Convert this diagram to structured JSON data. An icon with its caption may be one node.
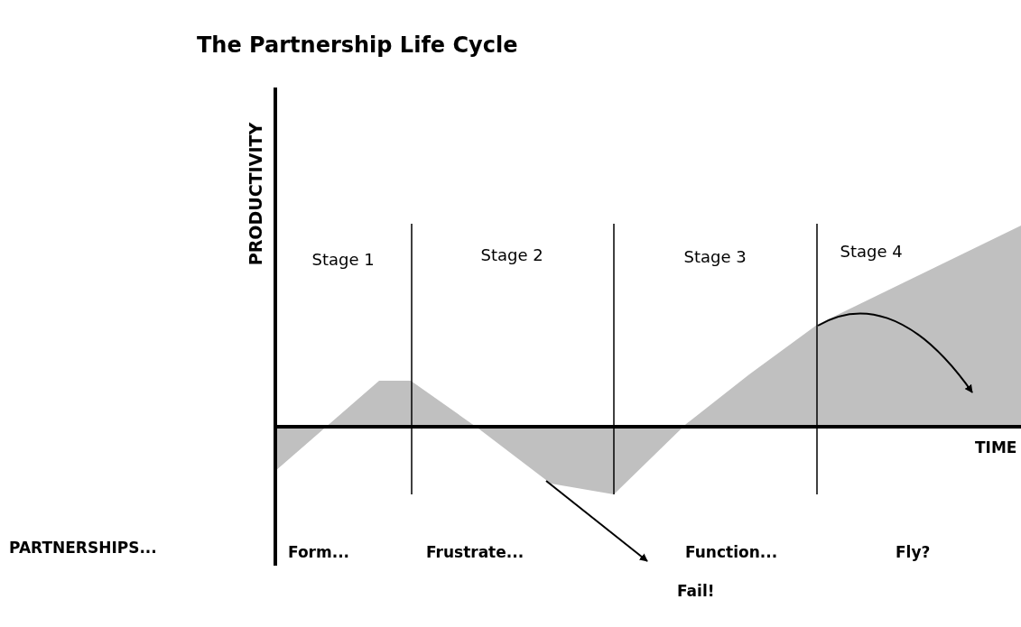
{
  "diagram": {
    "title": "The Partnership Life Cycle",
    "nodes": [
      {
        "text": [],
        "shape": "area"
      },
      {
        "text": [
          "Fail!"
        ]
      }
    ],
    "edges": [
      {
        "from": 0,
        "to": 1,
        "arrow": "to"
      }
    ],
    "labels": [
      "PRODUCTIVITY",
      "Stage 1",
      "Stage 2",
      "Stage 3",
      "Stage 4",
      "TIME",
      "PARTNERSHIPS...",
      "Form...",
      "Frustrate...",
      "Function...",
      "Fly?"
    ]
  }
}
